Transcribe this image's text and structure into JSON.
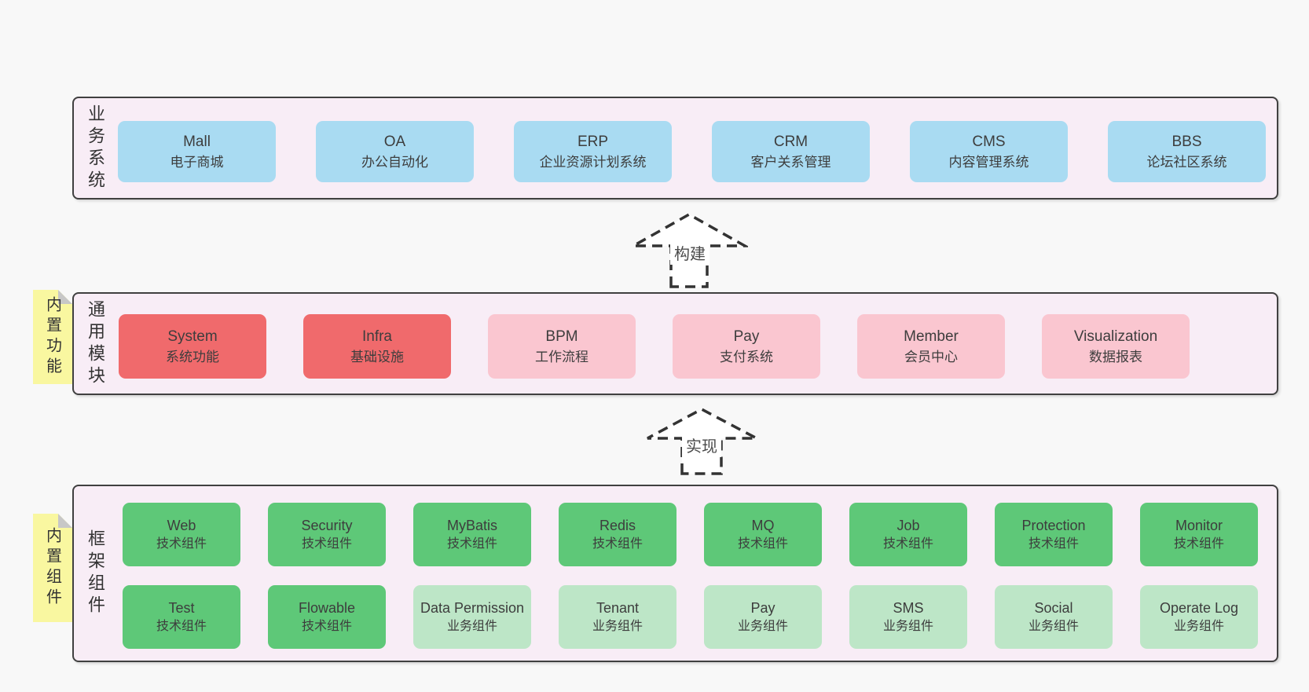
{
  "colors": {
    "page_bg": "#f8f8f8",
    "panel_bg": "#f8edf6",
    "panel_border": "#404040",
    "box_blue": "#a9dbf2",
    "box_red": "#f06a6c",
    "box_pink": "#fac6d0",
    "box_green_dark": "#5ec878",
    "box_green_light": "#bde6c7",
    "note_yellow": "#f9f7a0",
    "note_fold_gray": "#c7c7c7",
    "arrow_stroke": "#333333",
    "text": "#3d3d3d"
  },
  "layers": {
    "business": {
      "side_label": "业务系统",
      "boxes": [
        {
          "en": "Mall",
          "zh": "电子商城"
        },
        {
          "en": "OA",
          "zh": "办公自动化"
        },
        {
          "en": "ERP",
          "zh": "企业资源计划系统"
        },
        {
          "en": "CRM",
          "zh": "客户关系管理"
        },
        {
          "en": "CMS",
          "zh": "内容管理系统"
        },
        {
          "en": "BBS",
          "zh": "论坛社区系统"
        }
      ]
    },
    "modules": {
      "side_label": "通用模块",
      "note": "内置功能",
      "boxes": [
        {
          "en": "System",
          "zh": "系统功能"
        },
        {
          "en": "Infra",
          "zh": "基础设施"
        },
        {
          "en": "BPM",
          "zh": "工作流程"
        },
        {
          "en": "Pay",
          "zh": "支付系统"
        },
        {
          "en": "Member",
          "zh": "会员中心"
        },
        {
          "en": "Visualization",
          "zh": "数据报表"
        }
      ]
    },
    "components": {
      "side_label": "框架组件",
      "note": "内置组件",
      "row1": [
        {
          "en": "Web",
          "zh": "技术组件"
        },
        {
          "en": "Security",
          "zh": "技术组件"
        },
        {
          "en": "MyBatis",
          "zh": "技术组件"
        },
        {
          "en": "Redis",
          "zh": "技术组件"
        },
        {
          "en": "MQ",
          "zh": "技术组件"
        },
        {
          "en": "Job",
          "zh": "技术组件"
        },
        {
          "en": "Protection",
          "zh": "技术组件"
        },
        {
          "en": "Monitor",
          "zh": "技术组件"
        }
      ],
      "row2": [
        {
          "en": "Test",
          "zh": "技术组件"
        },
        {
          "en": "Flowable",
          "zh": "技术组件"
        },
        {
          "en": "Data Permission",
          "zh": "业务组件"
        },
        {
          "en": "Tenant",
          "zh": "业务组件"
        },
        {
          "en": "Pay",
          "zh": "业务组件"
        },
        {
          "en": "SMS",
          "zh": "业务组件"
        },
        {
          "en": "Social",
          "zh": "业务组件"
        },
        {
          "en": "Operate Log",
          "zh": "业务组件"
        }
      ]
    }
  },
  "arrows": {
    "build": "构建",
    "implement": "实现"
  }
}
